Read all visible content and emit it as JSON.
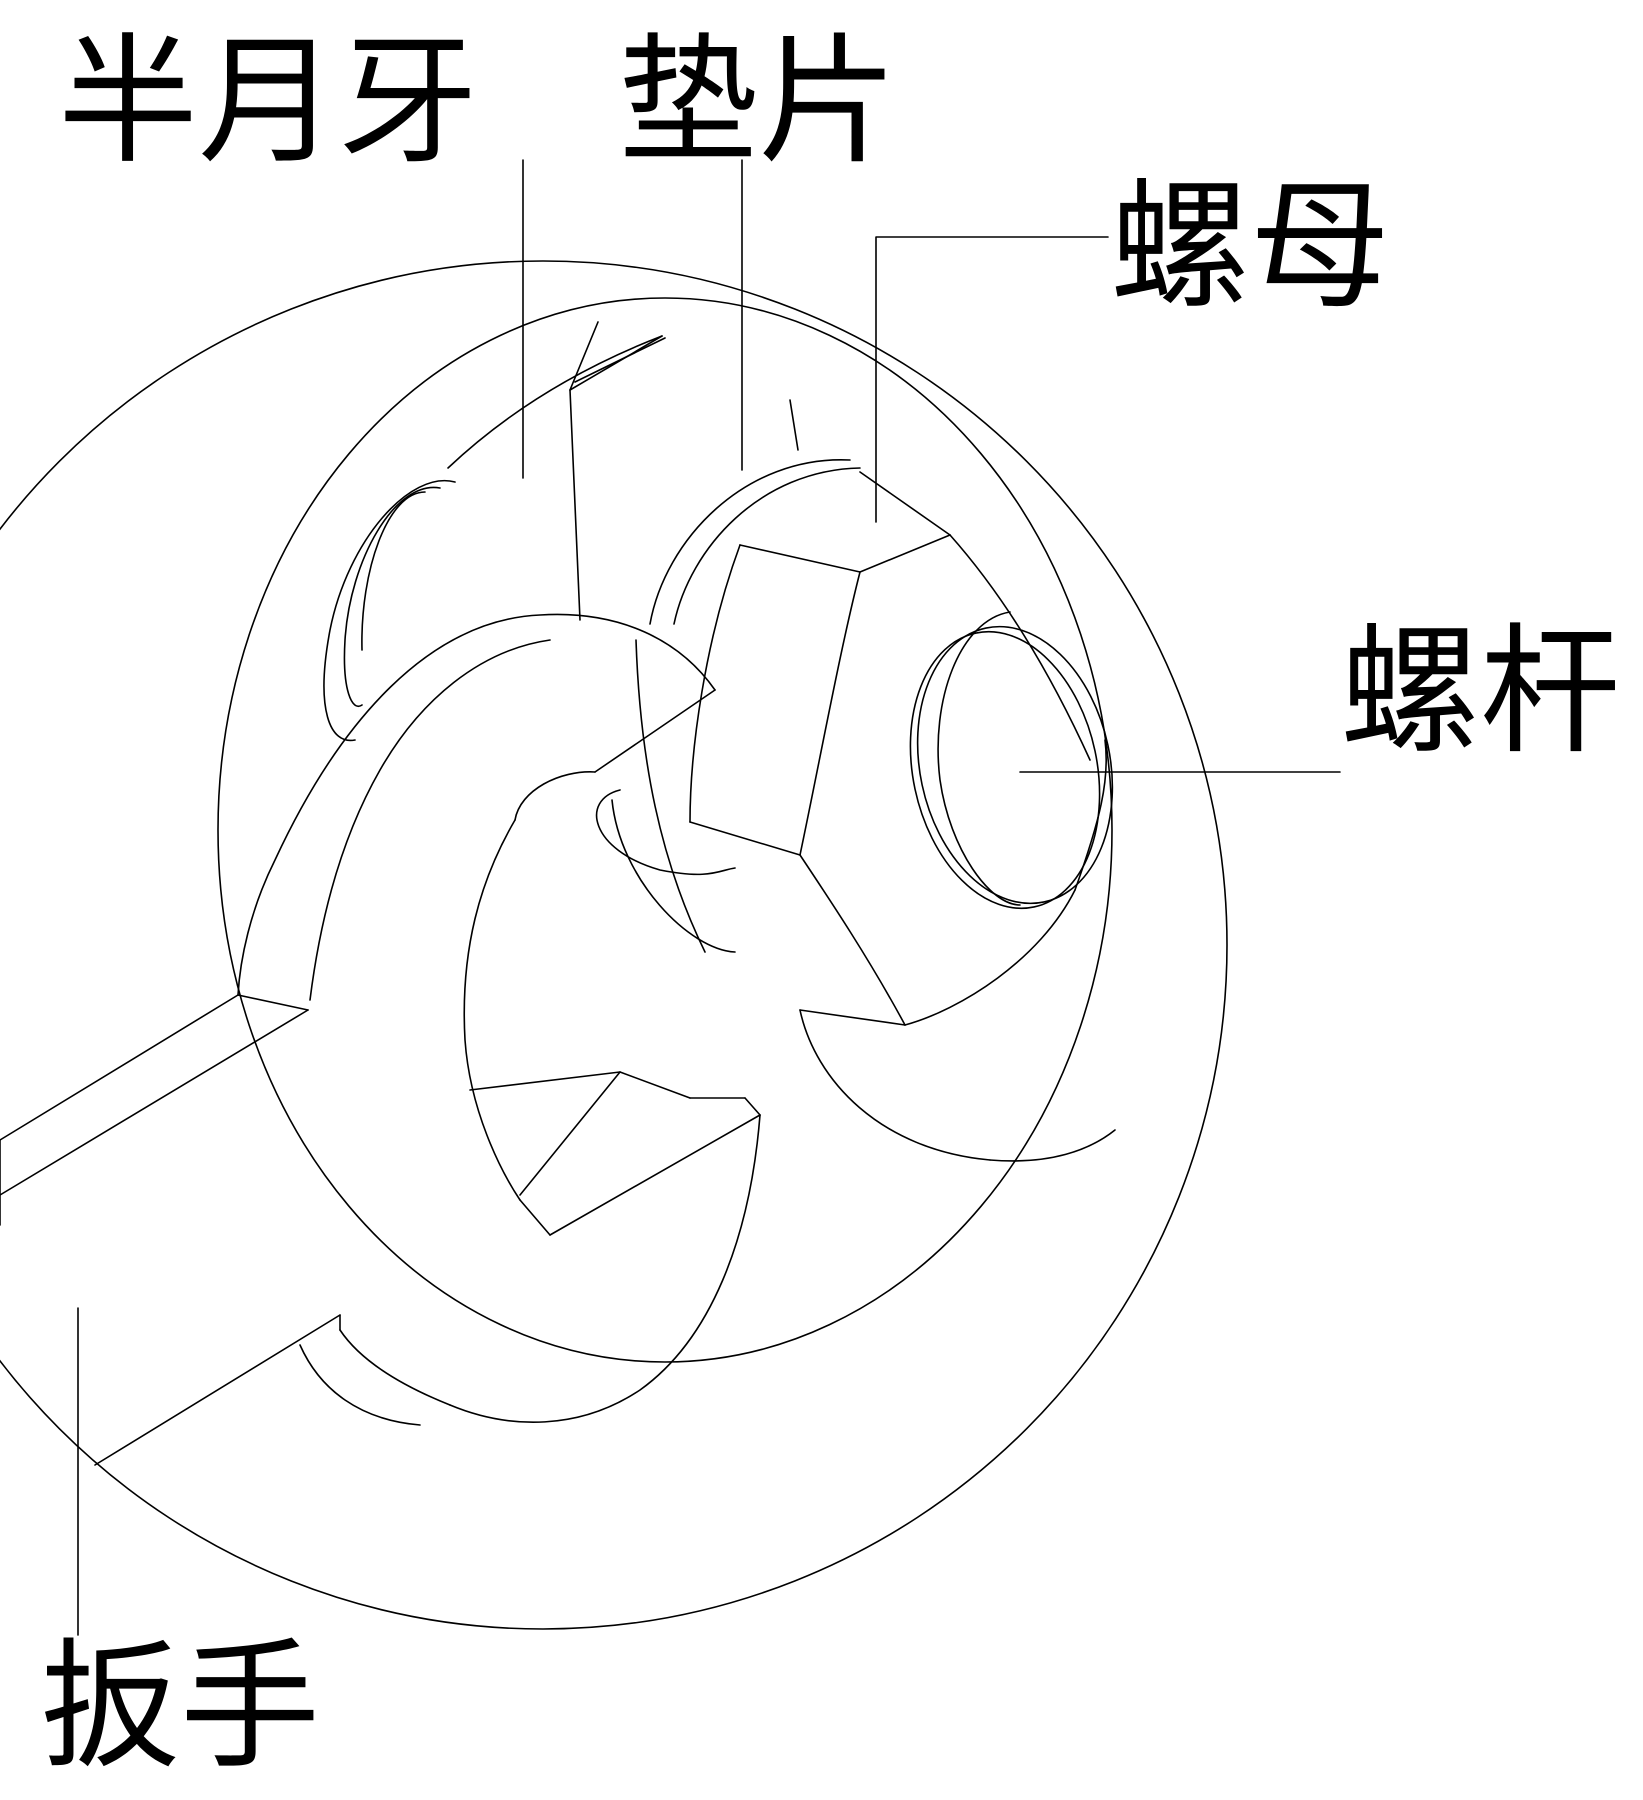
{
  "labels": {
    "half_moon_tooth": "半月牙",
    "washer": "垫片",
    "nut": "螺母",
    "bolt": "螺杆",
    "wrench": "扳手"
  },
  "colors": {
    "background": "#ffffff",
    "line": "#000000"
  }
}
